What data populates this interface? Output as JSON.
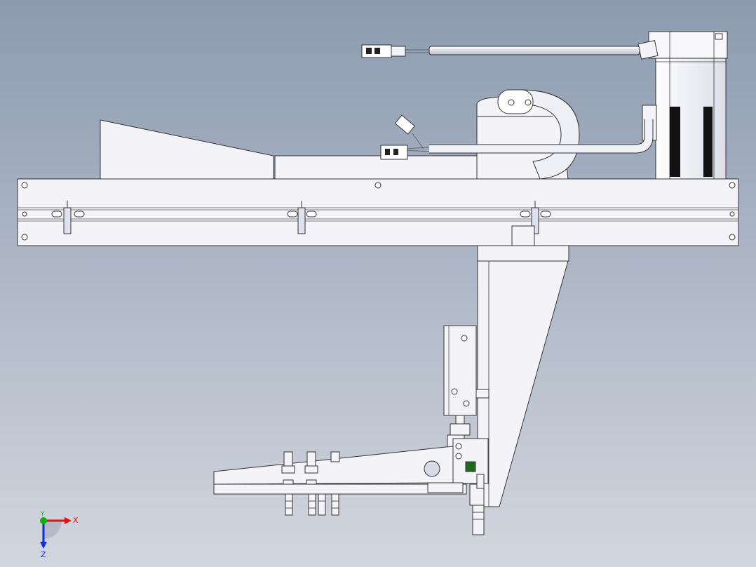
{
  "viewport": {
    "background_top": "#8c9bb0",
    "background_bottom": "#d2d6de",
    "part_fill": "#f4f4f8",
    "part_stroke": "#333333",
    "shadow_fill": "#c4c8dc"
  },
  "triad": {
    "x_label": "X",
    "y_label": "Y",
    "z_label": "Z",
    "x_color": "#e01010",
    "y_color": "#10b010",
    "z_color": "#1030d0"
  }
}
